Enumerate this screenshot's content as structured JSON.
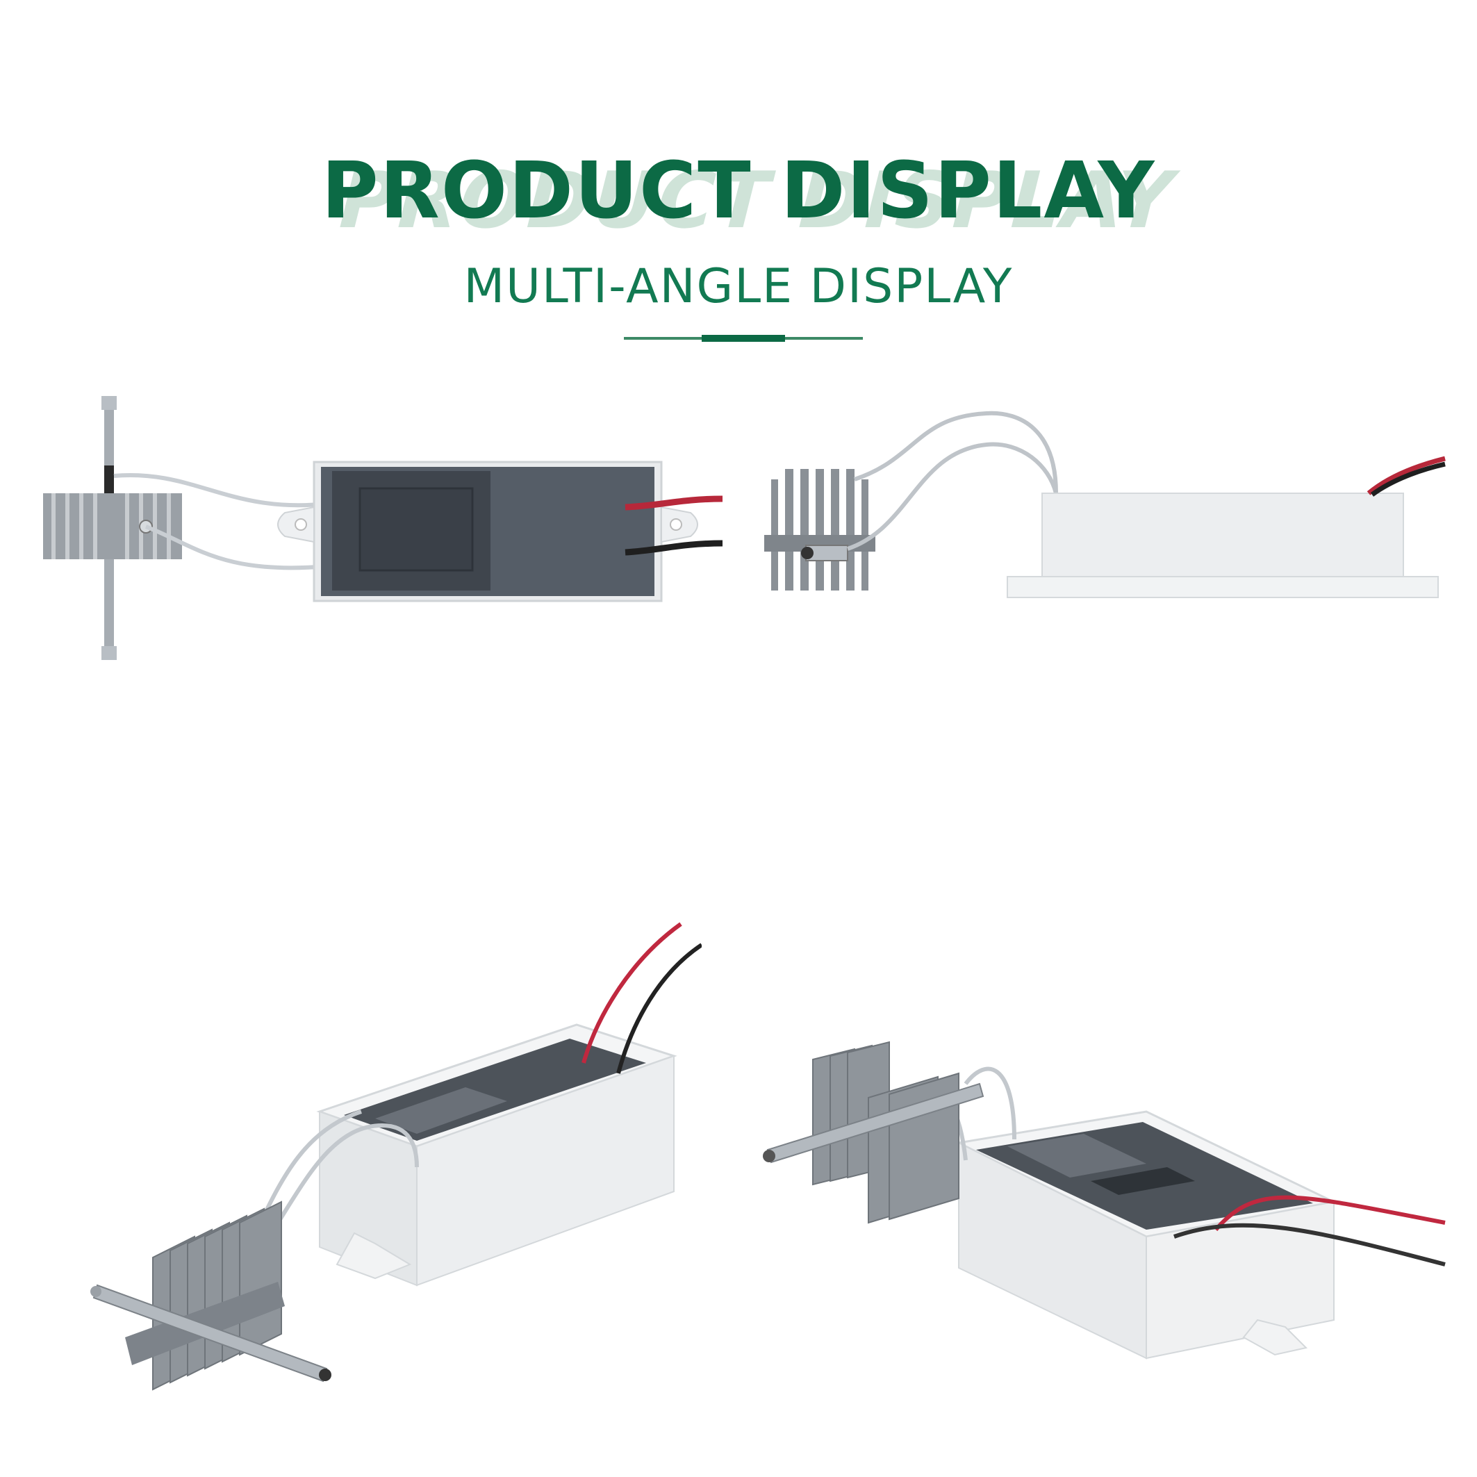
{
  "header": {
    "title": "PRODUCT DISPLAY",
    "subtitle": "MULTI-ANGLE DISPLAY"
  },
  "colors": {
    "brand_green": "#0c6a45",
    "title_shadow": "#cfe3d8",
    "wire_red": "#b7283a",
    "wire_black": "#222222",
    "wire_grey": "#b9bec3",
    "housing_white": "#eceef0",
    "potting_dark": "#5a6068",
    "heatsink_metal": "#8f959b"
  },
  "views": [
    {
      "id": "top-view",
      "icon": "ozone-module-top-view"
    },
    {
      "id": "side-view",
      "icon": "ozone-module-side-view"
    },
    {
      "id": "angle-left-view",
      "icon": "ozone-module-angle-left-view"
    },
    {
      "id": "angle-right-view",
      "icon": "ozone-module-angle-right-view"
    }
  ]
}
